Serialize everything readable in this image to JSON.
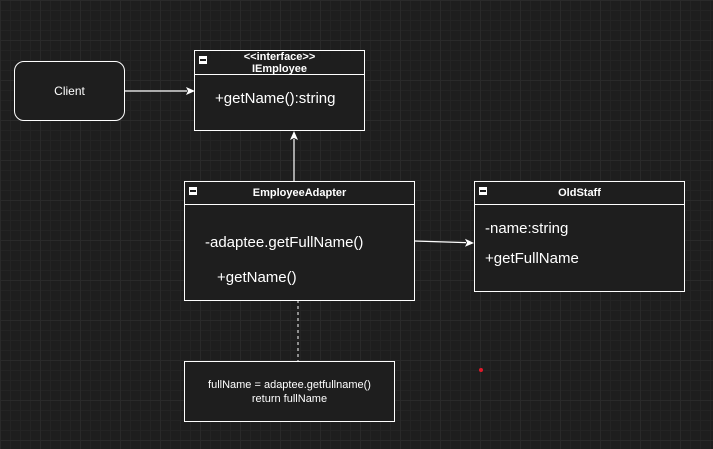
{
  "client": {
    "label": "Client"
  },
  "interface": {
    "stereotype": "<<interface>>",
    "name": "IEmployee",
    "members": [
      "+getName():string"
    ]
  },
  "adapter": {
    "name": "EmployeeAdapter",
    "members": [
      "-adaptee.getFullName()",
      "+getName()"
    ]
  },
  "old_staff": {
    "name": "OldStaff",
    "members": [
      "-name:string",
      "+getFullName"
    ]
  },
  "note": {
    "line1": "fullName = adaptee.getfullname()",
    "line2": "return fullName"
  },
  "colors": {
    "background": "#1e1e1e",
    "stroke": "#ffffff",
    "marker": "#e0192a"
  }
}
